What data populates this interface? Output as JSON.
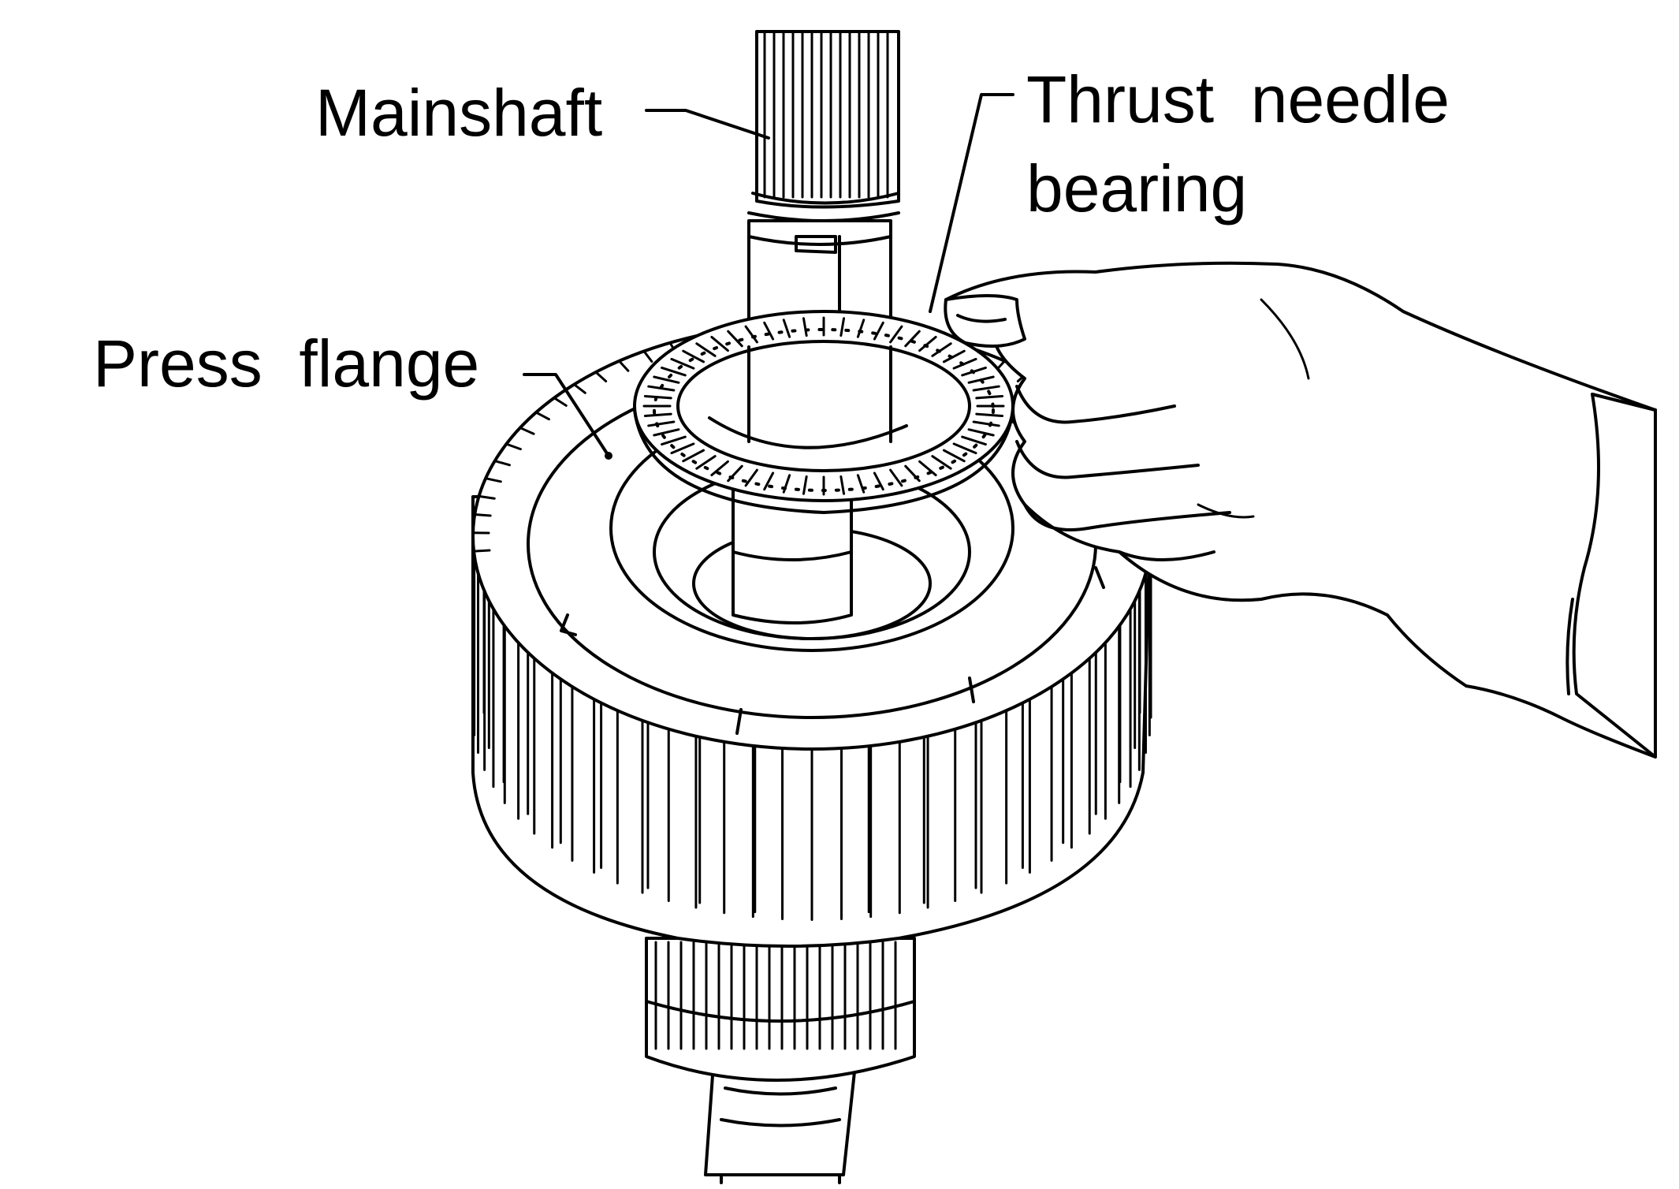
{
  "labels": {
    "mainshaft": "Mainshaft",
    "thrust_line1": "Thrust  needle",
    "thrust_line2": "bearing",
    "press_flange": "Press  flange"
  }
}
